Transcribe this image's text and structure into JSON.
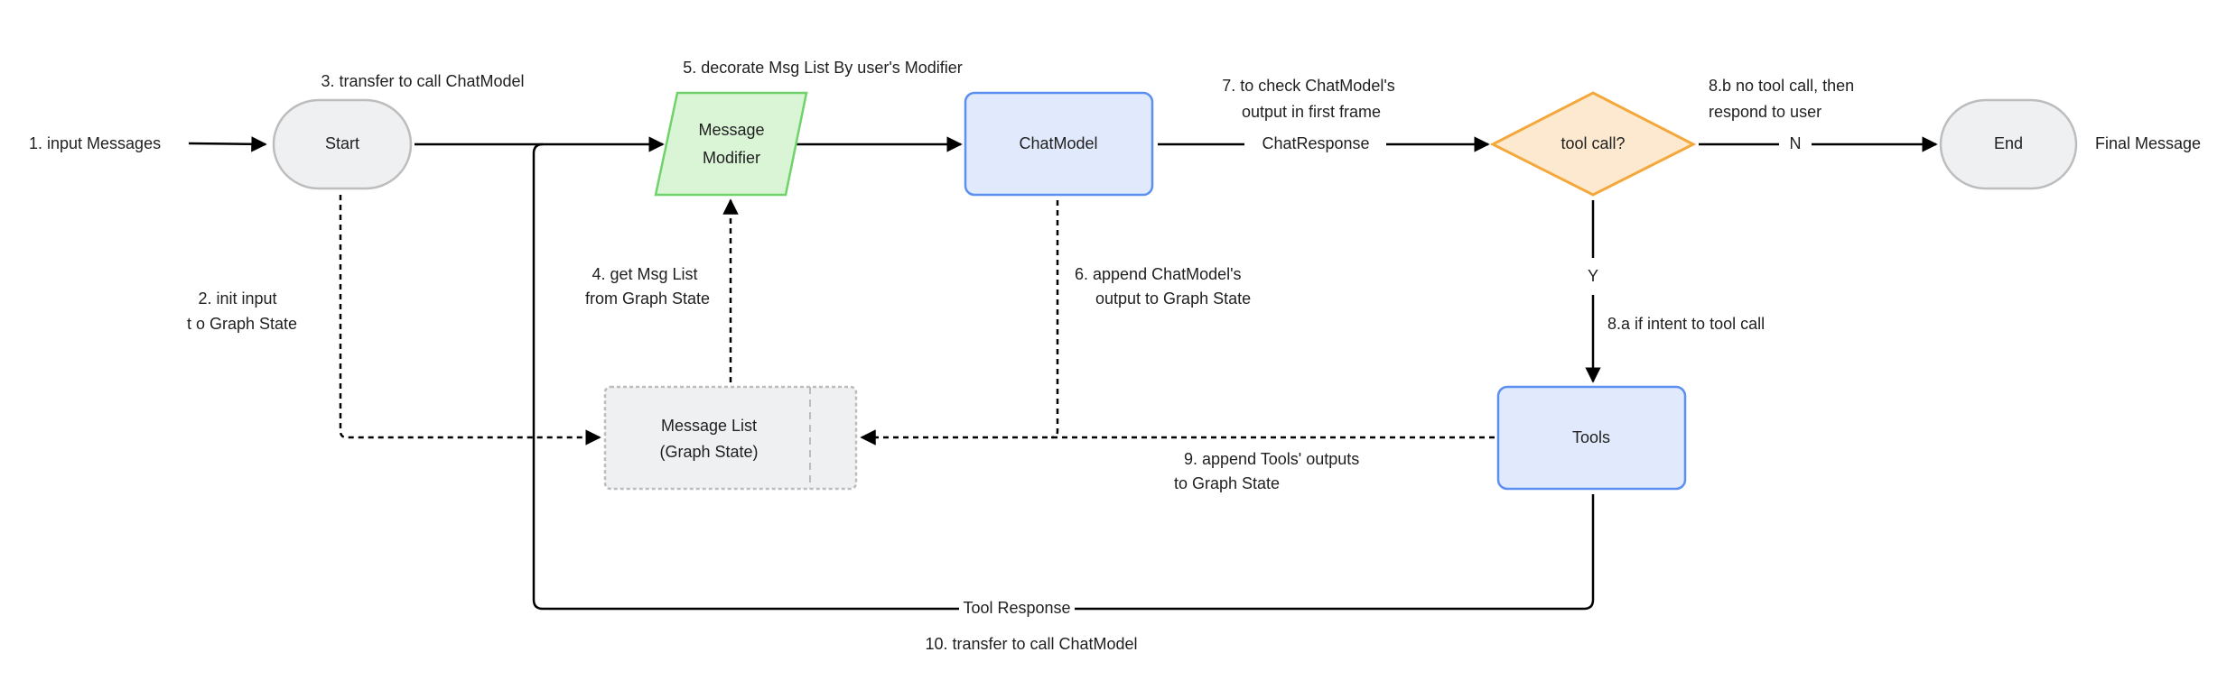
{
  "nodes": {
    "start": "Start",
    "modifier_line1": "Message",
    "modifier_line2": "Modifier",
    "chatmodel": "ChatModel",
    "decision": "tool call?",
    "end": "End",
    "tools": "Tools",
    "msglist_line1": "Message List",
    "msglist_line2": "(Graph State)"
  },
  "labels": {
    "input": "1. input Messages",
    "init_1": "2. init input",
    "init_2": "t o Graph State",
    "transfer": "3. transfer to call ChatModel",
    "get_1": "4. get Msg List",
    "get_2": "from Graph State",
    "decorate": "5. decorate Msg List By user's Modifier",
    "append_cm_1": "6. append ChatModel's",
    "append_cm_2": "output to Graph State",
    "check_1": "7. to check ChatModel's",
    "check_2": "output in first frame",
    "chat_response": "ChatResponse",
    "no_tool_1": "8.b no tool call, then",
    "no_tool_2": "respond to user",
    "n": "N",
    "y": "Y",
    "intent": "8.a if intent to tool  call",
    "append_tools_1": "9. append Tools' outputs",
    "append_tools_2": "to Graph State",
    "tool_response": "Tool Response",
    "transfer_back": "10. transfer to  call ChatModel",
    "final": "Final Message"
  },
  "colors": {
    "terminal_fill": "#eff0f2",
    "terminal_stroke": "#bdbdbd",
    "modifier_fill": "#d9f5d6",
    "modifier_stroke": "#6fd26a",
    "process_fill": "#e1eafd",
    "process_stroke": "#5b8ff0",
    "decision_fill": "#fde8d0",
    "decision_stroke": "#f5a83a"
  }
}
